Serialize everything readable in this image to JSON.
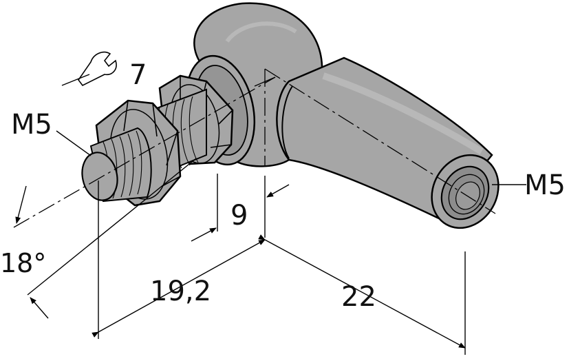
{
  "drawing": {
    "wrench_size": "7",
    "thread_stud": "M5",
    "thread_socket": "M5",
    "angle": "18°",
    "dim_overall": "19,2",
    "dim_offset": "9",
    "dim_socket_length": "22"
  },
  "colors": {
    "body_fill": "#a6a6a6",
    "body_dark": "#7d7d7d",
    "line": "#000000"
  }
}
